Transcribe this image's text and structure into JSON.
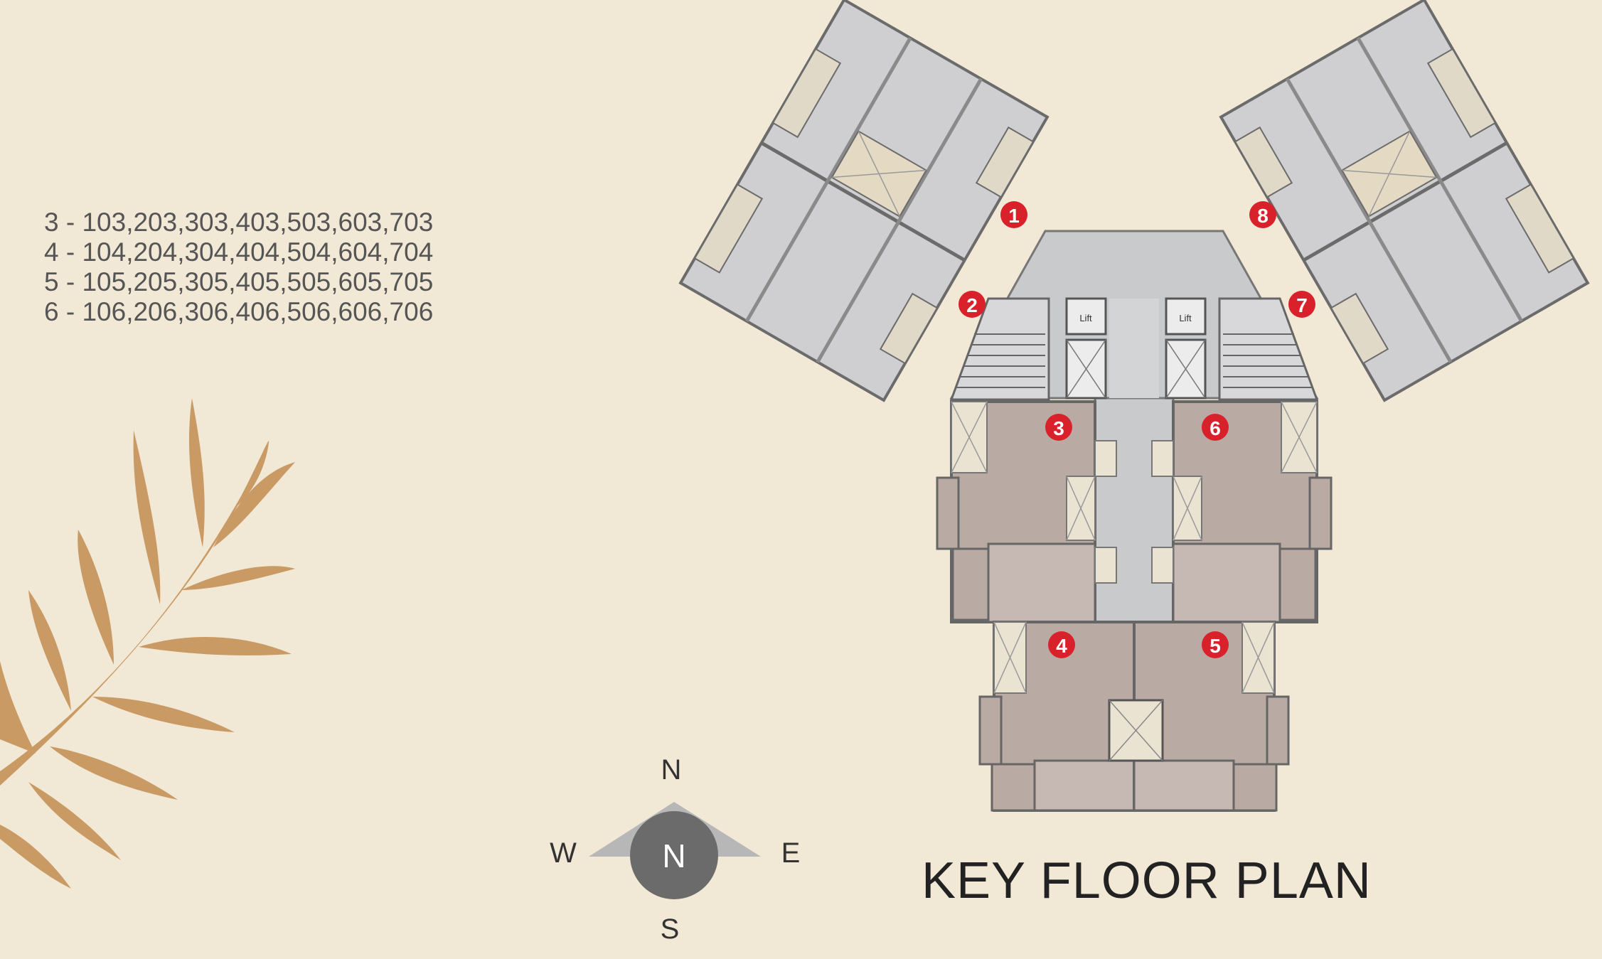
{
  "title": "KEY FLOOR PLAN",
  "unit_legend": [
    "3 - 103,203,303,403,503,603,703",
    "4 - 104,204,304,404,504,604,704",
    "5 - 105,205,305,405,505,605,705",
    "6 - 106,206,306,406,506,606,706"
  ],
  "compass": {
    "north": "N",
    "south": "S",
    "east": "E",
    "west": "W",
    "center": "N"
  },
  "unit_markers": [
    "1",
    "2",
    "3",
    "4",
    "5",
    "6",
    "7",
    "8"
  ],
  "lift_label": "Lift",
  "colors": {
    "background": "#f2e8d6",
    "wing_units": "#cfcfd1",
    "highlight_units": "#b9aaa4",
    "core": "#c9cacc",
    "marker": "#d9212b",
    "leaf": "#c99a63",
    "compass_circle": "#6b6b6b",
    "compass_arrow": "#b7b7b7"
  }
}
